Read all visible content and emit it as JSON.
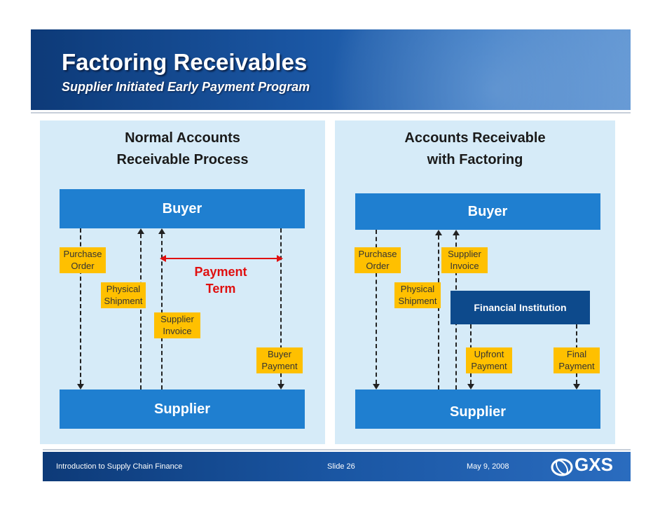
{
  "header": {
    "title": "Factoring Receivables",
    "subtitle": "Supplier Initiated  Early Payment Program"
  },
  "left_panel": {
    "title_line1": "Normal Accounts",
    "title_line2": "Receivable Process",
    "buyer": "Buyer",
    "supplier": "Supplier",
    "purchase_order": [
      "Purchase",
      "Order"
    ],
    "physical_shipment": [
      "Physical",
      "Shipment"
    ],
    "supplier_invoice": [
      "Supplier",
      "Invoice"
    ],
    "buyer_payment": [
      "Buyer",
      "Payment"
    ],
    "payment_term": [
      "Payment",
      "Term"
    ]
  },
  "right_panel": {
    "title_line1": "Accounts Receivable",
    "title_line2": "with Factoring",
    "buyer": "Buyer",
    "supplier": "Supplier",
    "purchase_order": [
      "Purchase",
      "Order"
    ],
    "supplier_invoice": [
      "Supplier",
      "Invoice"
    ],
    "physical_shipment": [
      "Physical",
      "Shipment"
    ],
    "financial_institution": "Financial Institution",
    "upfront_payment": [
      "Upfront",
      "Payment"
    ],
    "final_payment": [
      "Final",
      "Payment"
    ]
  },
  "footer": {
    "left": "Introduction to Supply Chain Finance",
    "slide": "Slide 26",
    "date": "May 9, 2008",
    "logo": "GXS"
  },
  "colors": {
    "header_blue": "#1a56a3",
    "panel_bg": "#d6ebf8",
    "bar_blue": "#1f7fd0",
    "label_yellow": "#ffc000",
    "term_red": "#e01010",
    "institution_blue": "#0d4a8c"
  }
}
